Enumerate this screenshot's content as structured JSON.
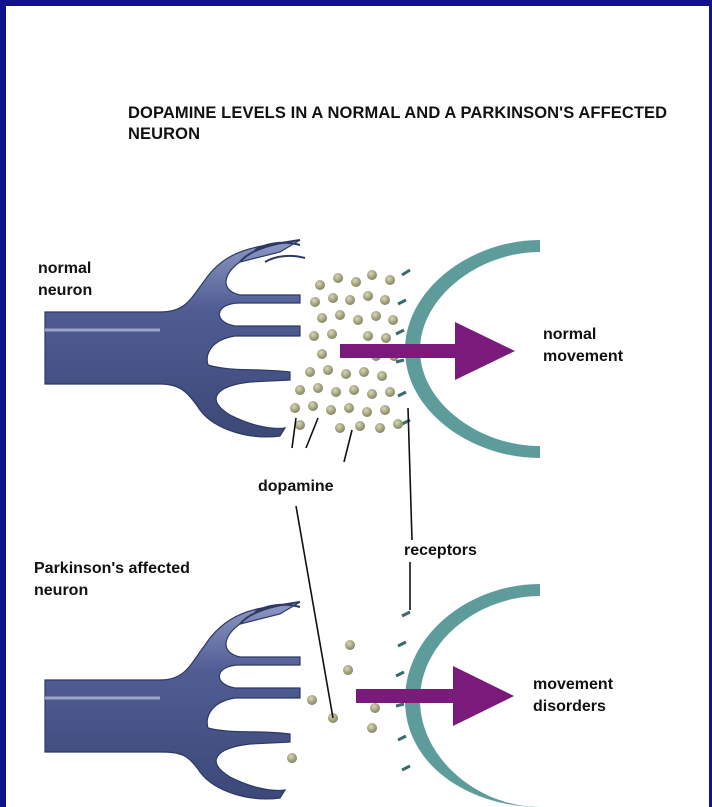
{
  "title": "DOPAMINE LEVELS IN A NORMAL AND A PARKINSON'S AFFECTED NEURON",
  "labels": {
    "normal_neuron_l1": "normal",
    "normal_neuron_l2": "neuron",
    "normal_movement_l1": "normal",
    "normal_movement_l2": "movement",
    "dopamine": "dopamine",
    "receptors": "receptors",
    "pd_neuron_l1": "Parkinson's affected",
    "pd_neuron_l2": "neuron",
    "movement_disorders_l1": "movement",
    "movement_disorders_l2": "disorders"
  },
  "colors": {
    "border": "#12128a",
    "neuron_fill": "#5c6a9c",
    "neuron_shadow": "#7f8bb8",
    "receptor_neuron": "#5e9c9c",
    "dopamine_dot": "#9a9a70",
    "arrow": "#7a1a7a"
  },
  "icons": {
    "arrow": "right-arrow-icon",
    "dot": "dopamine-molecule-icon"
  }
}
